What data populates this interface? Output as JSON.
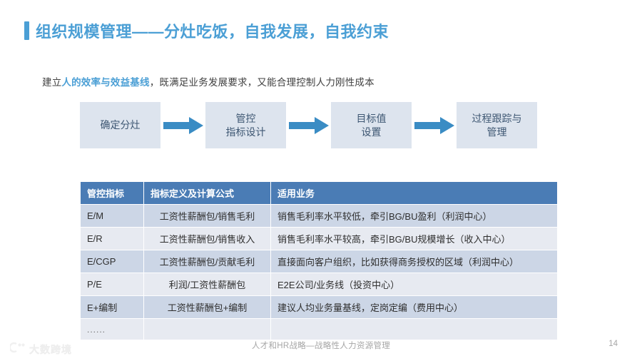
{
  "slide": {
    "title": "组织规模管理——分灶吃饭，自我发展，自我约束",
    "accent_color": "#4b9fd5",
    "subtitle": {
      "lead": "建立",
      "highlight": "人的效率与效益基线",
      "tail": "，既满足业务发展要求，又能合理控制人力刚性成本"
    }
  },
  "flow": {
    "arrow_color": "#3a8cc4",
    "box_fill": "#dde4ee",
    "steps": [
      {
        "line1": "确定分灶",
        "line2": ""
      },
      {
        "line1": "管控",
        "line2": "指标设计"
      },
      {
        "line1": "目标值",
        "line2": "设置"
      },
      {
        "line1": "过程跟踪与",
        "line2": "管理"
      }
    ]
  },
  "table": {
    "header_color": "#4a7cb5",
    "headers": [
      "管控指标",
      "指标定义及计算公式",
      "适用业务"
    ],
    "rows": [
      [
        "E/M",
        "工资性薪酬包/销售毛利",
        "销售毛利率水平较低，牵引BG/BU盈利（利润中心）"
      ],
      [
        "E/R",
        "工资性薪酬包/销售收入",
        "销售毛利率水平较高，牵引BG/BU规模增长（收入中心）"
      ],
      [
        "E/CGP",
        "工资性薪酬包/贡献毛利",
        "直接面向客户组织，比如获得商务授权的区域（利润中心）"
      ],
      [
        "P/E",
        "利润/工资性薪酬包",
        "E2E公司/业务线（投资中心）"
      ],
      [
        "E+编制",
        "工资性薪酬包+编制",
        "建议人均业务量基线，定岗定编（费用中心）"
      ],
      [
        "......",
        "",
        ""
      ]
    ]
  },
  "footer": {
    "note": "人才和HR战略—战略性人力资源管理",
    "page_number": "14"
  },
  "watermark": {
    "text": "大数跨境"
  }
}
